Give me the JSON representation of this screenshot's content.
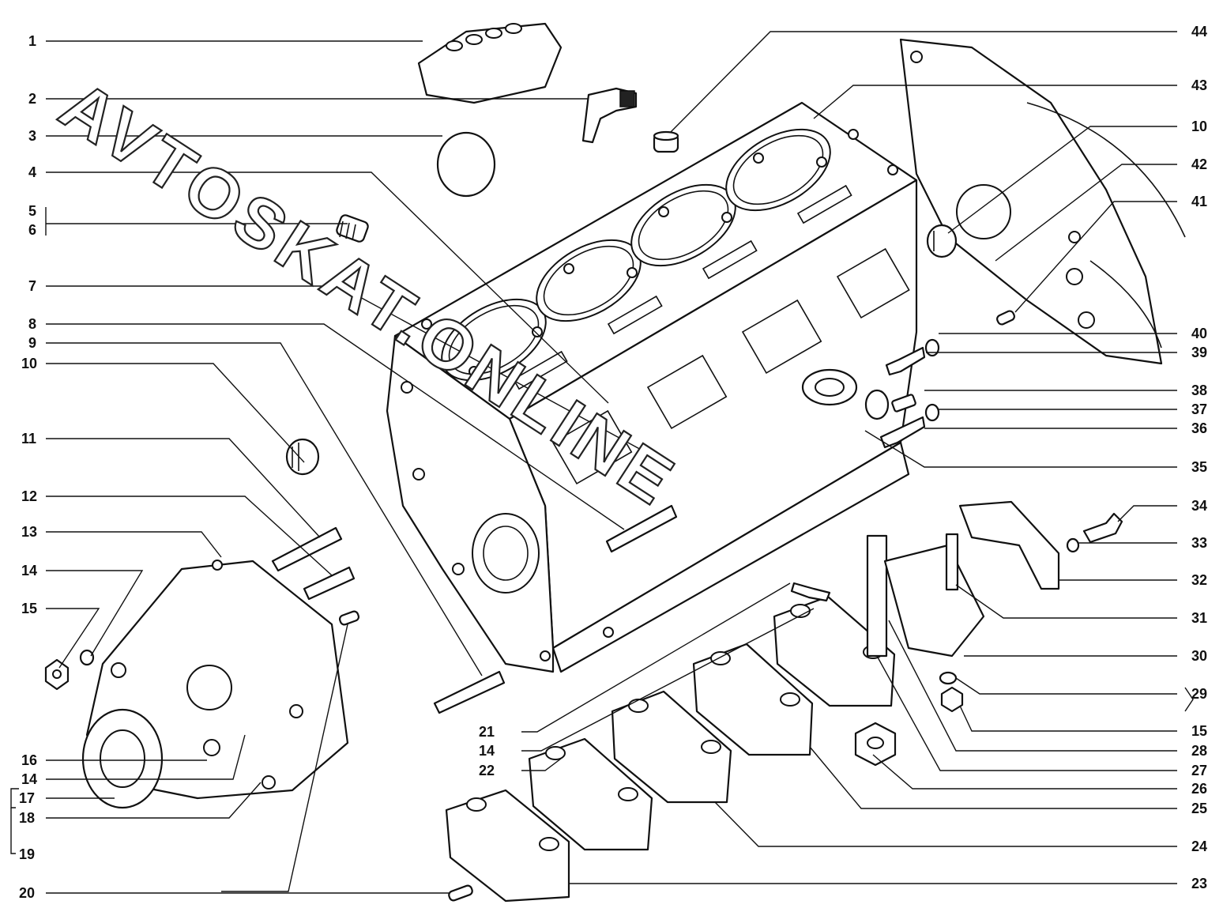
{
  "watermark": {
    "text": "AVTOSKAT.ONLINE"
  },
  "labels_left": [
    "1",
    "2",
    "3",
    "4",
    "5",
    "6",
    "7",
    "8",
    "9",
    "10",
    "11",
    "12",
    "13",
    "14",
    "15",
    "16",
    "14",
    "17",
    "18",
    "19",
    "20"
  ],
  "labels_right": [
    "44",
    "43",
    "10",
    "42",
    "41",
    "40",
    "39",
    "38",
    "37",
    "36",
    "35",
    "34",
    "33",
    "32",
    "31",
    "30",
    "29",
    "15",
    "28",
    "27",
    "26",
    "25",
    "24",
    "23"
  ],
  "labels_center": [
    "21",
    "14",
    "22"
  ]
}
